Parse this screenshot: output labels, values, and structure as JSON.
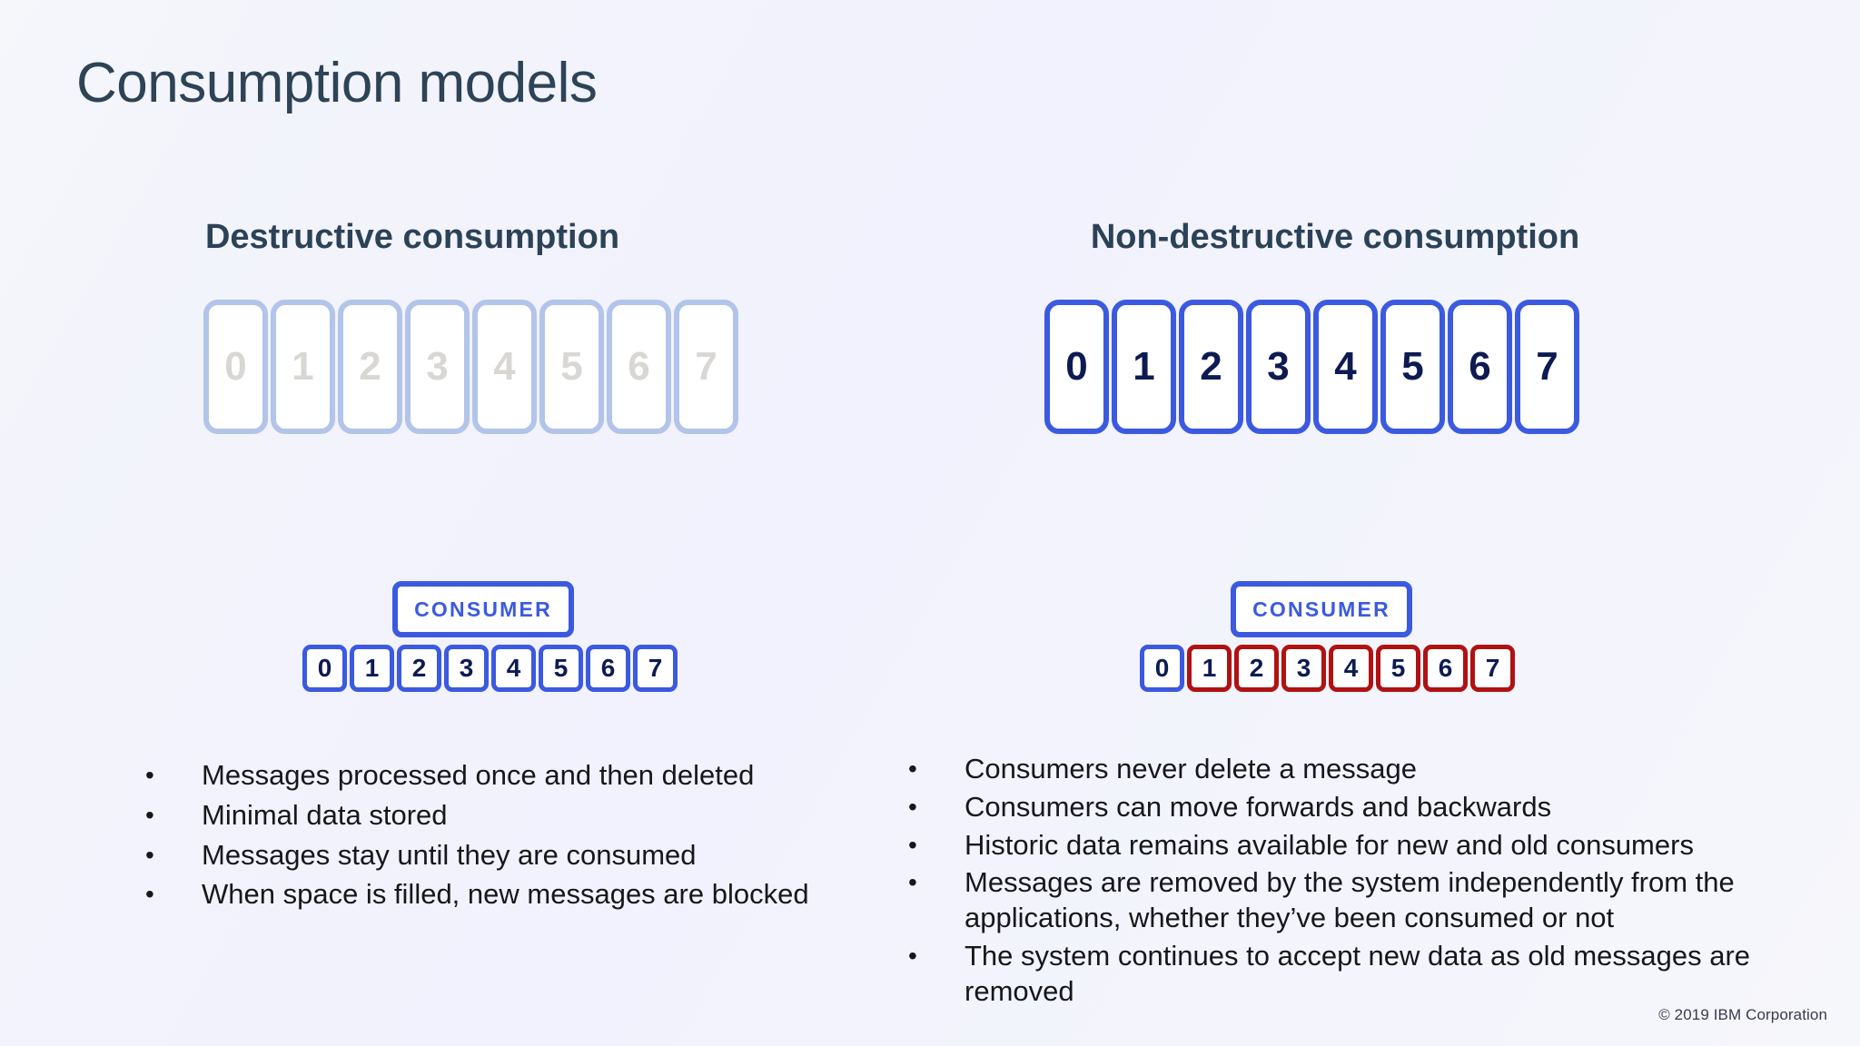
{
  "slide": {
    "title": "Consumption models",
    "footer": "© 2019 IBM Corporation",
    "colors": {
      "background": "#f2f3fb",
      "title": "#2d4356",
      "heading": "#2b4257",
      "accent_blue": "#3b5ae0",
      "accent_red": "#b01212",
      "number_navy": "#0d1b52",
      "faded_border": "#b2c4e9",
      "faded_number": "#d8d7d4",
      "body_text": "#17171b"
    }
  },
  "columns": [
    {
      "id": "destructive",
      "heading": "Destructive consumption",
      "queue": {
        "state": "faded",
        "cards": [
          "0",
          "1",
          "2",
          "3",
          "4",
          "5",
          "6",
          "7"
        ]
      },
      "consumer": {
        "label": "CONSUMER",
        "cards": [
          {
            "value": "0",
            "state": "blue"
          },
          {
            "value": "1",
            "state": "blue"
          },
          {
            "value": "2",
            "state": "blue"
          },
          {
            "value": "3",
            "state": "blue"
          },
          {
            "value": "4",
            "state": "blue"
          },
          {
            "value": "5",
            "state": "blue"
          },
          {
            "value": "6",
            "state": "blue"
          },
          {
            "value": "7",
            "state": "blue"
          }
        ]
      },
      "bullets": [
        "Messages processed once and then deleted",
        "Minimal data stored",
        "Messages stay until they are consumed",
        "When space is filled, new messages are blocked"
      ]
    },
    {
      "id": "non-destructive",
      "heading": "Non-destructive consumption",
      "queue": {
        "state": "active",
        "cards": [
          "0",
          "1",
          "2",
          "3",
          "4",
          "5",
          "6",
          "7"
        ]
      },
      "consumer": {
        "label": "CONSUMER",
        "cards": [
          {
            "value": "0",
            "state": "blue"
          },
          {
            "value": "1",
            "state": "red"
          },
          {
            "value": "2",
            "state": "red"
          },
          {
            "value": "3",
            "state": "red"
          },
          {
            "value": "4",
            "state": "red"
          },
          {
            "value": "5",
            "state": "red"
          },
          {
            "value": "6",
            "state": "red"
          },
          {
            "value": "7",
            "state": "red"
          }
        ]
      },
      "bullets": [
        "Consumers never delete a message",
        "Consumers can move forwards and backwards",
        "Historic data remains available for new and old consumers",
        "Messages are removed by the system independently from the applications, whether they’ve been consumed or not",
        "The system continues to accept new data as old messages are removed"
      ]
    }
  ],
  "bullet_glyph": "•"
}
